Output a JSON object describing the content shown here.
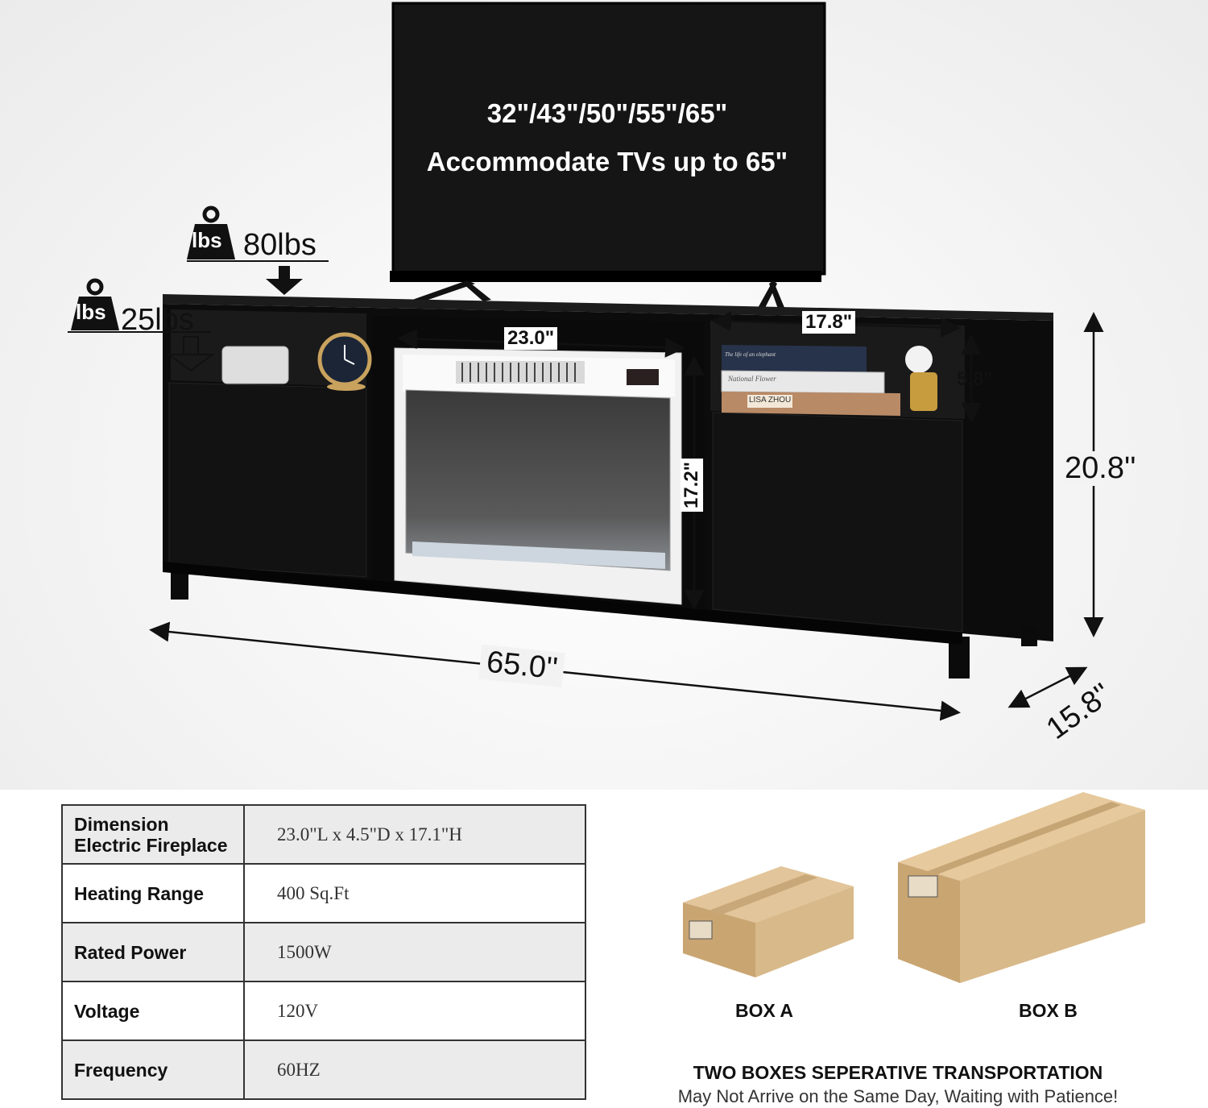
{
  "tv": {
    "sizes": "32\"/43\"/50\"/55\"/65\"",
    "caption": "Accommodate TVs up to 65\""
  },
  "weights": {
    "top_badge": "lbs",
    "top_capacity": "80lbs",
    "shelf_badge": "lbs",
    "shelf_capacity": "25lbs"
  },
  "dimensions": {
    "fireplace_width": "23.0\"",
    "shelf_width": "17.8\"",
    "shelf_height": "5.8\"",
    "fireplace_height": "17.2\"",
    "total_height": "20.8''",
    "total_width": "65.0''",
    "depth": "15.8''"
  },
  "decor": {
    "book_spine": "LISA ZHOU",
    "book_2": "National Flower",
    "book_1": "The life of an elephant"
  },
  "specs": [
    {
      "label_1": "Dimension",
      "label_2": "Electric Fireplace",
      "value": "23.0\"L x 4.5\"D x 17.1\"H"
    },
    {
      "label_1": "Heating Range",
      "label_2": "",
      "value": "400 Sq.Ft"
    },
    {
      "label_1": "Rated Power",
      "label_2": "",
      "value": "1500W"
    },
    {
      "label_1": "Voltage",
      "label_2": "",
      "value": "120V"
    },
    {
      "label_1": "Frequency",
      "label_2": "",
      "value": "60HZ"
    }
  ],
  "shipping": {
    "box_a": "BOX A",
    "box_b": "BOX B",
    "title": "TWO BOXES SEPERATIVE TRANSPORTATION",
    "subtitle": "May Not Arrive on the Same Day, Waiting with Patience!"
  },
  "colors": {
    "furniture": "#111111",
    "fireplace_frame": "#f4f4f4",
    "cardboard": "#d8b98a"
  }
}
